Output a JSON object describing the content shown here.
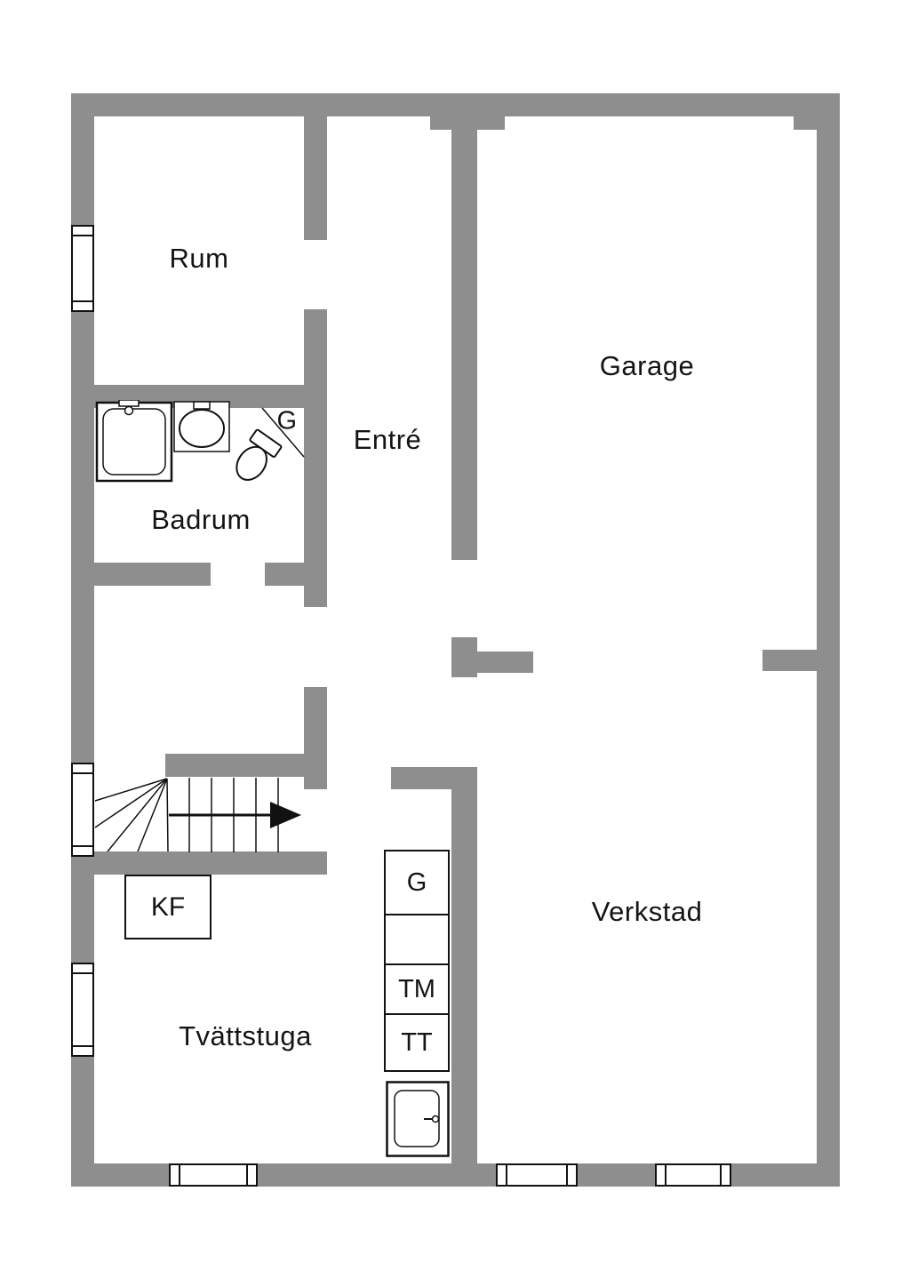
{
  "plan": {
    "type": "floor-plan",
    "language": "sv"
  },
  "colors": {
    "wall": "#8e8e8e",
    "background": "#ffffff",
    "line": "#111111",
    "text": "#141414"
  },
  "rooms": {
    "rum": {
      "label": "Rum"
    },
    "garage": {
      "label": "Garage"
    },
    "entre": {
      "label": "Entré"
    },
    "badrum": {
      "label": "Badrum"
    },
    "tvattstuga": {
      "label": "Tvättstuga"
    },
    "verkstad": {
      "label": "Verkstad"
    }
  },
  "fixtures": {
    "closet_badrum": {
      "label": "G"
    },
    "fridge_freezer": {
      "label": "KF"
    },
    "cabinet": {
      "label": "G"
    },
    "washing_machine": {
      "label": "TM"
    },
    "tumble_dryer": {
      "label": "TT"
    }
  }
}
